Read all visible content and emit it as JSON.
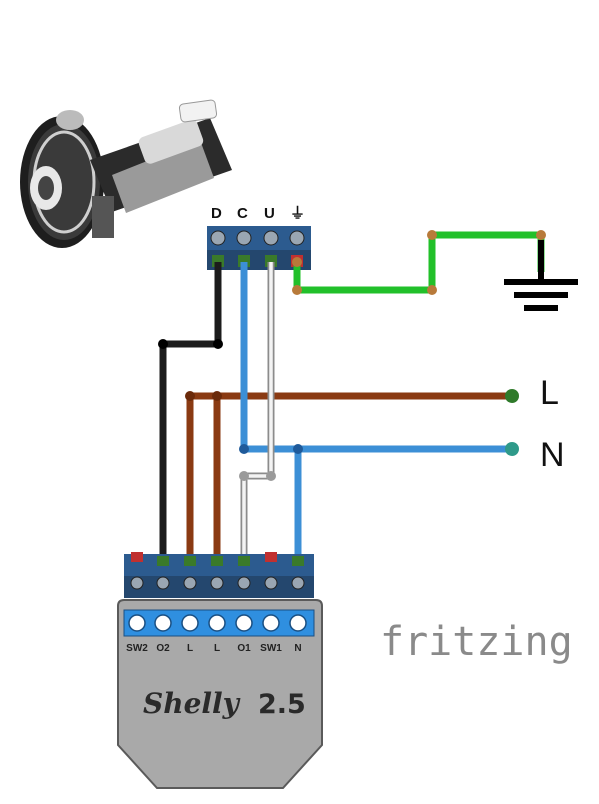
{
  "motor": {
    "terminals": [
      "D",
      "C",
      "U",
      "⏚"
    ]
  },
  "mains": {
    "line": "L",
    "neutral": "N"
  },
  "device": {
    "brand": "Shelly",
    "model": "2.5",
    "terminals": [
      "SW2",
      "O2",
      "L",
      "L",
      "O1",
      "SW1",
      "N"
    ]
  },
  "logo": "fritzing",
  "colors": {
    "wire_black": "#1c1c1c",
    "wire_blue": "#3c8fd6",
    "wire_brown": "#8a3a12",
    "wire_white": "#d8d8d8",
    "wire_green": "#22c02a",
    "terminal_block": "#2c5b8f",
    "device_body": "#a9a9a9",
    "device_face": "#2f8fe0"
  },
  "icons": [
    "tubular-motor-icon",
    "ground-icon"
  ]
}
